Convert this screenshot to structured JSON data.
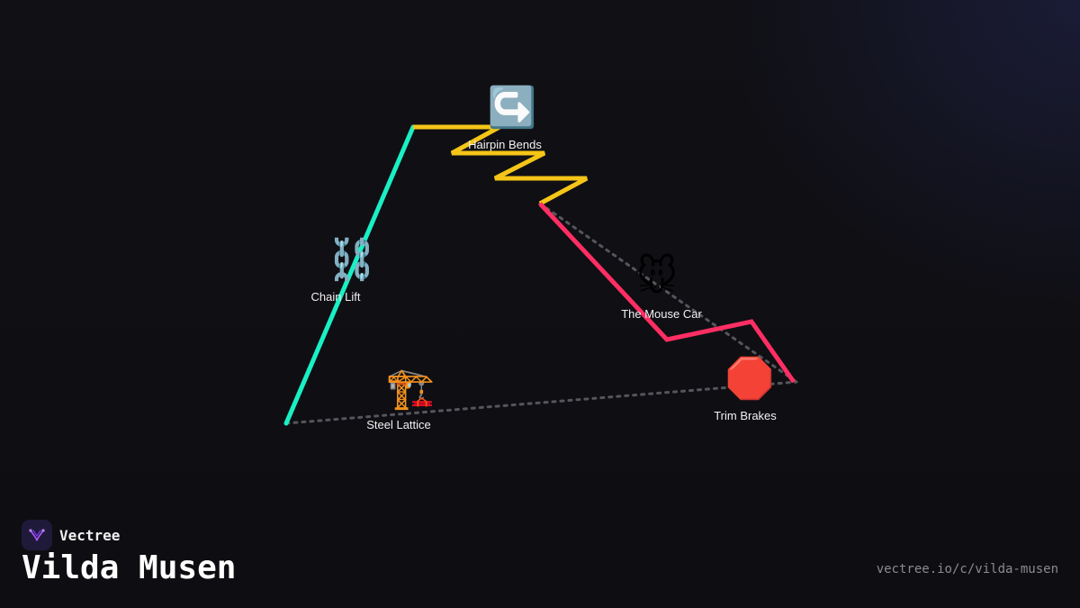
{
  "brand": {
    "name": "Vectree",
    "logo_icon": "vectree-logo-icon",
    "logo_color": "#a855f7"
  },
  "page": {
    "title": "Vilda Musen",
    "url": "vectree.io/c/vilda-musen"
  },
  "colors": {
    "lift": "#19f0c4",
    "hairpin": "#f5c518",
    "descent": "#ff2e63",
    "connector": "#55555c"
  },
  "nodes": [
    {
      "id": "hairpin",
      "label": "Hairpin Bends",
      "icon": "hairpin-arrow-icon",
      "glyph": "↪️"
    },
    {
      "id": "chain",
      "label": "Chain Lift",
      "icon": "chain-icon",
      "glyph": "⛓️"
    },
    {
      "id": "mouse",
      "label": "The Mouse Car",
      "icon": "mouse-icon",
      "glyph": "🐭"
    },
    {
      "id": "brakes",
      "label": "Trim Brakes",
      "icon": "stop-sign-icon",
      "glyph": "🛑"
    },
    {
      "id": "lattice",
      "label": "Steel Lattice",
      "icon": "crane-icon",
      "glyph": "🏗️"
    }
  ]
}
